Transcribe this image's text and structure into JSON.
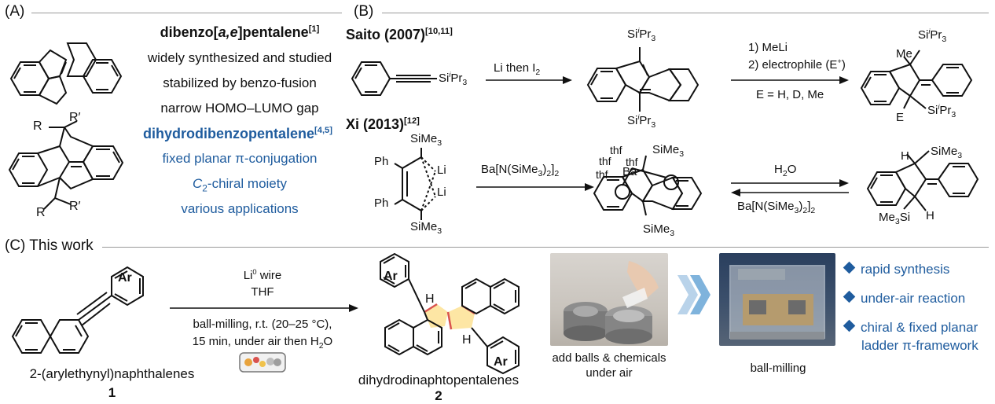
{
  "panel_a": {
    "label": "(A)",
    "title_main": "dibenzo[",
    "title_ital": "a,e",
    "title_end": "]pentalene",
    "title_ref": "[1]",
    "lines": [
      "widely synthesized and studied",
      "stabilized by benzo-fusion",
      "narrow HOMO–LUMO gap"
    ],
    "title2": "dihydrodibenzopentalene",
    "title2_ref": "[4,5]",
    "lines2_a": "fixed planar π-conjugation",
    "lines2_b_ital": "C",
    "lines2_b_sub": "2",
    "lines2_b_rest": "-chiral moiety",
    "lines2_c": "various applications",
    "atoms": {
      "R": "R",
      "Rp": "R′"
    }
  },
  "panel_b": {
    "label": "(B)",
    "saito_title": "Saito (2007)",
    "saito_ref": "[10,11]",
    "xi_title": "Xi (2013)",
    "xi_ref": "[12]",
    "saito_reagent": "Li then I",
    "saito_reagent_sub": "2",
    "step1": "1) MeLi",
    "step2": "2) electrophile (E",
    "step2_sup": "+",
    "step2_end": ")",
    "e_values": "E = H, D, Me",
    "xi_reagent": "Ba[N(SiMe",
    "xi_reagent_mid": "3",
    "xi_reagent_end": ")",
    "xi_reagent_sub2": "2",
    "xi_reagent_end2": "]",
    "xi_reagent_sub3": "2",
    "water": "H",
    "water_sub": "2",
    "water_end": "O",
    "atoms": {
      "si": "Si",
      "ipr_i": "i",
      "ipr": "Pr",
      "ipr_sub": "3",
      "me": "Me",
      "e": "E",
      "h": "H",
      "ph": "Ph",
      "li": "Li",
      "ba": "Ba",
      "thf": "thf",
      "sime": "SiMe",
      "sime_sub": "3",
      "me3si": "Me",
      "me3si_sub": "3",
      "me3si_end": "Si"
    }
  },
  "panel_c": {
    "label": "(C) This work",
    "reagent1": "Li",
    "reagent1_sup": "0",
    "reagent1_end": " wire",
    "reagent2": "THF",
    "cond1": "ball-milling, r.t. (20–25 °C),",
    "cond2": "15 min, under air then H",
    "cond2_sub": "2",
    "cond2_end": "O",
    "reactant_name": "2-(arylethynyl)naphthalenes",
    "reactant_num": "1",
    "product_name": "dihydrodinaphtopentalenes",
    "product_num": "2",
    "ar": "Ar",
    "h": "H",
    "photo1_caption_1": "add balls & chemicals",
    "photo1_caption_2": "under air",
    "photo2_caption": "ball-milling",
    "bullets": [
      "rapid synthesis",
      "under-air reaction",
      "chiral & fixed planar",
      "ladder π-framework"
    ]
  },
  "colors": {
    "accent_blue": "#1f5c9e",
    "highlight_yellow": "#fde6a4",
    "highlight_red": "#d9534f",
    "chevron": "#7fb3dc"
  }
}
